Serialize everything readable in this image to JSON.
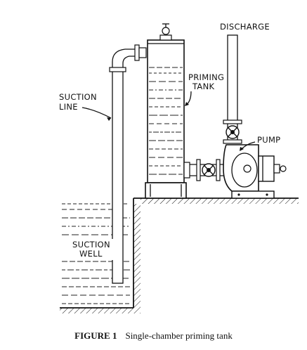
{
  "labels": {
    "discharge": "DISCHARGE",
    "priming_line1": "PRIMING",
    "priming_line2": "TANK",
    "suction_line1": "SUCTION",
    "suction_line2": "LINE",
    "pump": "PUMP",
    "well_line1": "SUCTION",
    "well_line2": "WELL"
  },
  "caption": {
    "number": "FIGURE 1",
    "text": "Single-chamber priming tank"
  }
}
